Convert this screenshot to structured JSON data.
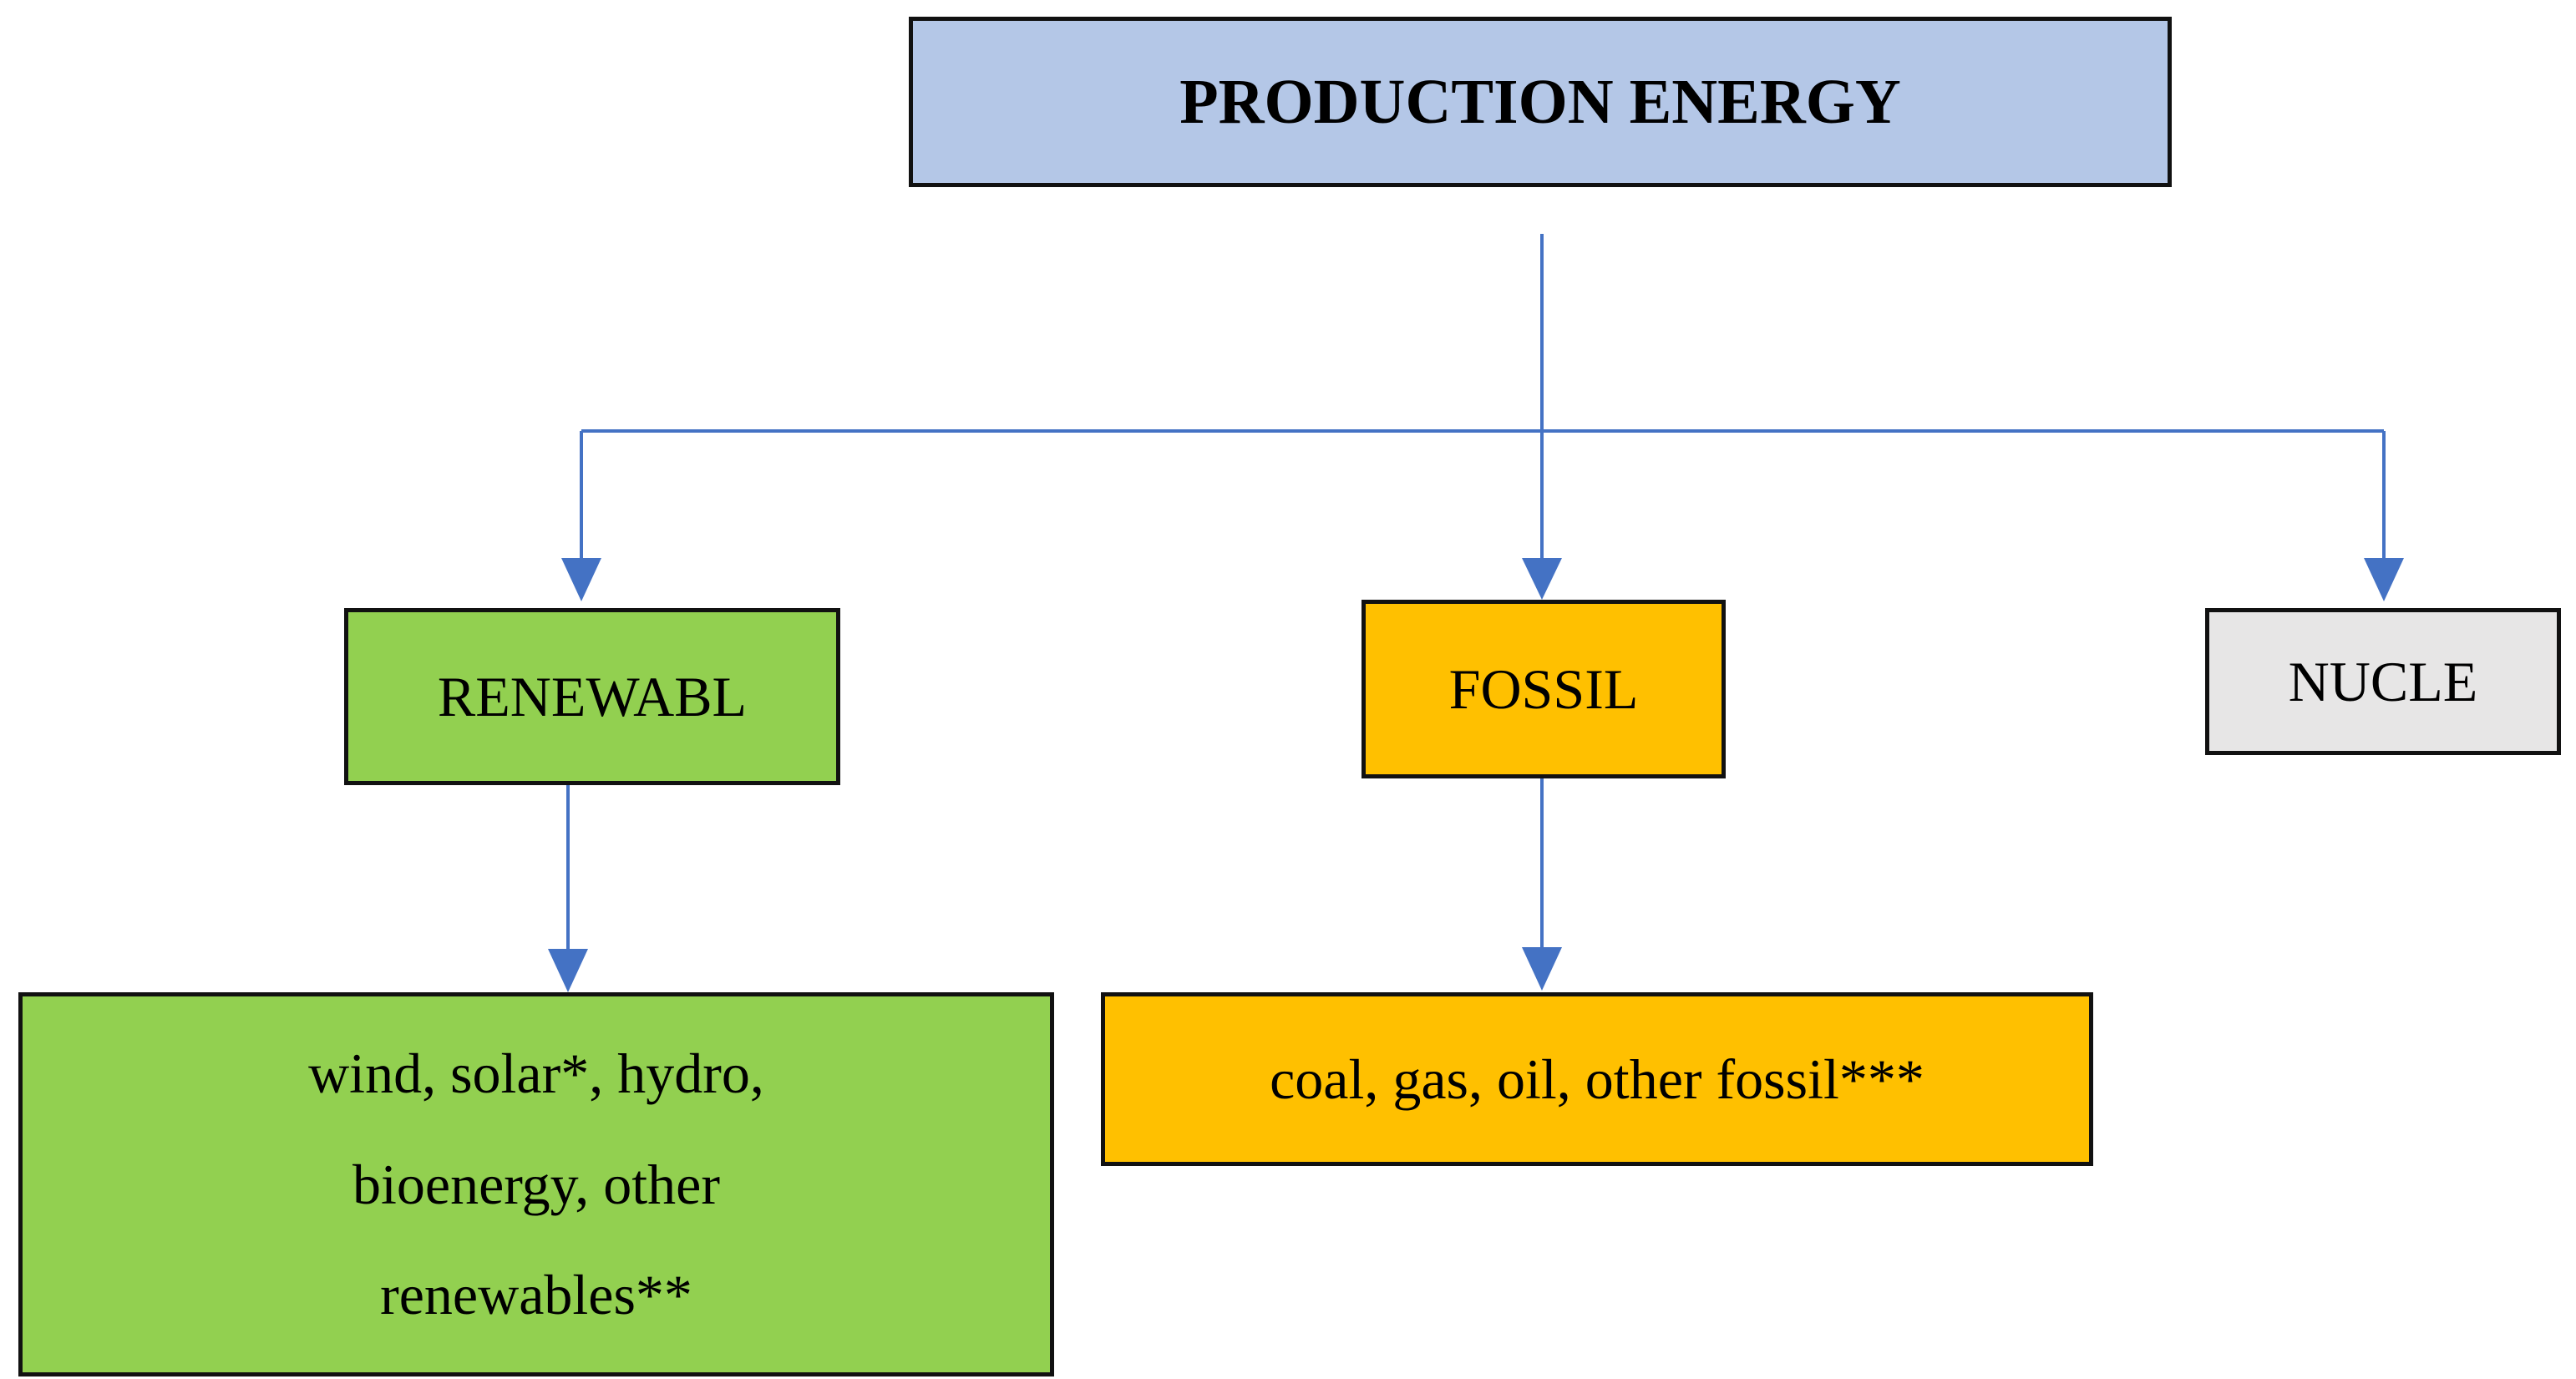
{
  "colors": {
    "connector": "#4472c4",
    "root_fill": "#b4c7e7",
    "renewable_fill": "#92d050",
    "fossil_fill": "#ffc000",
    "nuclear_fill": "#e7e6e6",
    "border": "#111111"
  },
  "nodes": {
    "root": "PRODUCTION ENERGY",
    "renewable": "RENEWABL",
    "fossil": "FOSSIL",
    "nuclear": "NUCLE",
    "renewable_types": "wind, solar*, hydro, bioenergy, other renewables**",
    "fossil_types": "coal, gas, oil, other fossil***"
  }
}
